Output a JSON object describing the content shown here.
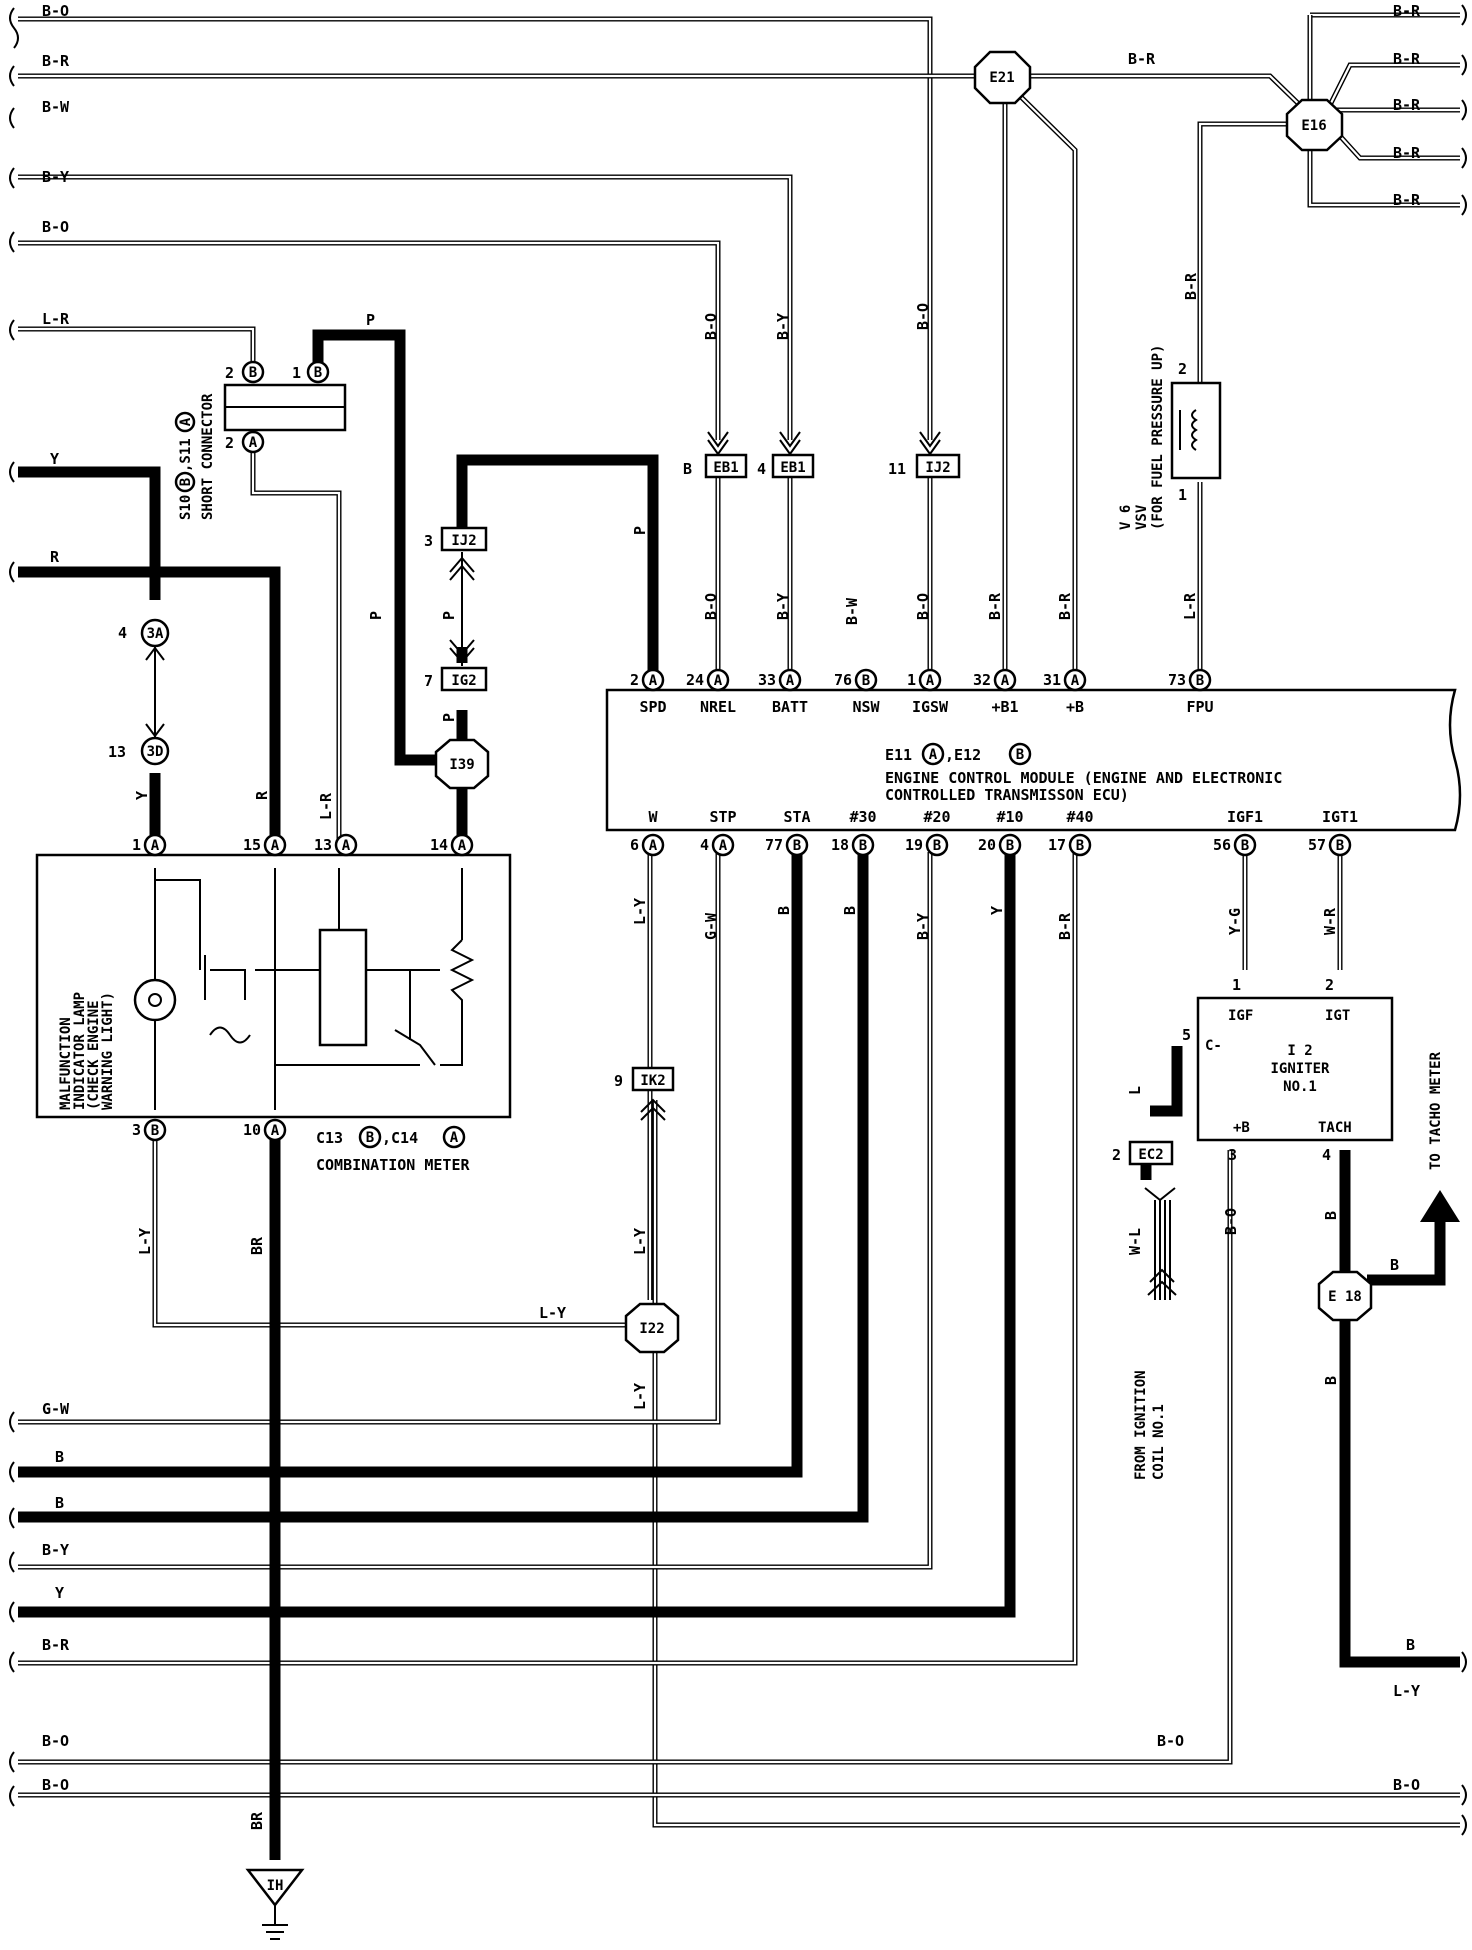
{
  "left_wires": {
    "t1": "B-O",
    "t2": "B-R",
    "t3": "B-W",
    "t4": "B-Y",
    "t5": "B-O",
    "t6": "L-R",
    "t7": "Y",
    "t8": "R",
    "b1": "G-W",
    "b2": "B",
    "b3": "B",
    "b4": "B-Y",
    "b5": "Y",
    "b6": "B-R",
    "b7": "B-O",
    "b8": "B-O"
  },
  "right_wires": {
    "r1": "B-R",
    "r2": "B-R",
    "r3": "B-R",
    "r4": "B-R",
    "r5": "B-R",
    "top_br": "B-R",
    "b_out": "B",
    "ly_out": "L-Y",
    "bo_out": "B-O",
    "mid_bo": "B-O",
    "e18_b": "B"
  },
  "junctions": {
    "e21": "E21",
    "e16": "E16",
    "i39": "I39",
    "i22": "I22",
    "e18": "E 18"
  },
  "connectors": {
    "eb1_left": "EB1",
    "eb1_right": "EB1",
    "ij2_top": "IJ2",
    "ij2_mid": "IJ2",
    "ig2": "IG2",
    "ik2": "IK2",
    "ec2": "EC2",
    "ground": "IH",
    "c3a": "3A",
    "c3d": "3D",
    "pin_b": "B",
    "pin_4": "4",
    "pin_11": "11",
    "pin_3": "3",
    "pin_7": "7",
    "pin_9": "9",
    "pin_2": "2",
    "pin_4a": "4",
    "pin_13": "13"
  },
  "short_connector": {
    "pin2b": "2",
    "pin1b": "1",
    "pin2a": "2",
    "b": "B",
    "a": "A",
    "label1": "S10",
    "label_b": "B",
    "sep": ",S11",
    "label_a": "A",
    "label2": "SHORT CONNECTOR",
    "wire_p": "P"
  },
  "vertical_labels": {
    "bo1": "B-O",
    "by1": "B-Y",
    "bo2": "B-O",
    "p1": "P",
    "p2": "P",
    "p3": "P",
    "p4": "P",
    "lr": "L-R",
    "y": "Y",
    "r": "R",
    "bo3": "B-O",
    "by2": "B-Y",
    "bw": "B-W",
    "bo4": "B-O",
    "br1": "B-R",
    "br2": "B-R",
    "lr2": "L-R",
    "br3": "B-R",
    "ly1": "L-Y",
    "gw": "G-W",
    "b1": "B",
    "b2": "B",
    "by3": "B-Y",
    "y2": "Y",
    "br4": "B-R",
    "yg": "Y-G",
    "wr": "W-R",
    "ly2": "L-Y",
    "br5": "BR",
    "ly3": "L-Y",
    "ly4": "L-Y",
    "ly5": "L-Y",
    "br6": "BR",
    "l": "L",
    "wl": "W-L",
    "bo5": "B-O",
    "b3": "B",
    "b4": "B"
  },
  "ecu": {
    "title1": "ENGINE CONTROL MODULE (ENGINE AND ELECTRONIC",
    "title2": "CONTROLLED TRANSMISSON ECU)",
    "id_e11": "E11",
    "id_a": "A",
    "id_sep": ",E12",
    "id_b": "B",
    "top_pins": [
      {
        "num": "2",
        "conn": "A",
        "name": "SPD"
      },
      {
        "num": "24",
        "conn": "A",
        "name": "NREL"
      },
      {
        "num": "33",
        "conn": "A",
        "name": "BATT"
      },
      {
        "num": "76",
        "conn": "B",
        "name": "NSW"
      },
      {
        "num": "1",
        "conn": "A",
        "name": "IGSW"
      },
      {
        "num": "32",
        "conn": "A",
        "name": "+B1"
      },
      {
        "num": "31",
        "conn": "A",
        "name": "+B"
      },
      {
        "num": "73",
        "conn": "B",
        "name": "FPU"
      }
    ],
    "bottom_pins": [
      {
        "num": "6",
        "conn": "A",
        "name": "W"
      },
      {
        "num": "4",
        "conn": "A",
        "name": "STP"
      },
      {
        "num": "77",
        "conn": "B",
        "name": "STA"
      },
      {
        "num": "18",
        "conn": "B",
        "name": "#30"
      },
      {
        "num": "19",
        "conn": "B",
        "name": "#20"
      },
      {
        "num": "20",
        "conn": "B",
        "name": "#10"
      },
      {
        "num": "17",
        "conn": "B",
        "name": "#40"
      },
      {
        "num": "56",
        "conn": "B",
        "name": "IGF1"
      },
      {
        "num": "57",
        "conn": "B",
        "name": "IGT1"
      }
    ]
  },
  "meter": {
    "pins": [
      {
        "num": "1",
        "conn": "A"
      },
      {
        "num": "15",
        "conn": "A"
      },
      {
        "num": "13",
        "conn": "A"
      },
      {
        "num": "14",
        "conn": "A"
      },
      {
        "num": "3",
        "conn": "B"
      },
      {
        "num": "10",
        "conn": "A"
      }
    ],
    "lamp_line1": "MALFUNCTION",
    "lamp_line2": "INDICATOR LAMP",
    "lamp_line3": "(CHECK ENGINE",
    "lamp_line4": "WARNING LIGHT)",
    "id_c13": "C13",
    "id_b": "B",
    "id_sep": ",C14",
    "id_a": "A",
    "name": "COMBINATION METER"
  },
  "vsv": {
    "pin_top": "2",
    "pin_bot": "1",
    "line1": "V 6",
    "line2": "VSV",
    "line3": "(FOR FUEL PRESSURE UP)"
  },
  "igniter": {
    "pin1": "1",
    "pin2": "2",
    "pin5": "5",
    "pin3": "3",
    "pin4": "4",
    "igf": "IGF",
    "igt": "IGT",
    "c_minus": "C-",
    "plus_b": "+B",
    "tach": "TACH",
    "line1": "I 2",
    "line2": "IGNITER",
    "line3": "NO.1"
  },
  "notes": {
    "tacho": "TO TACHO METER",
    "ign1": "FROM IGNITION",
    "ign2": "COIL NO.1"
  }
}
